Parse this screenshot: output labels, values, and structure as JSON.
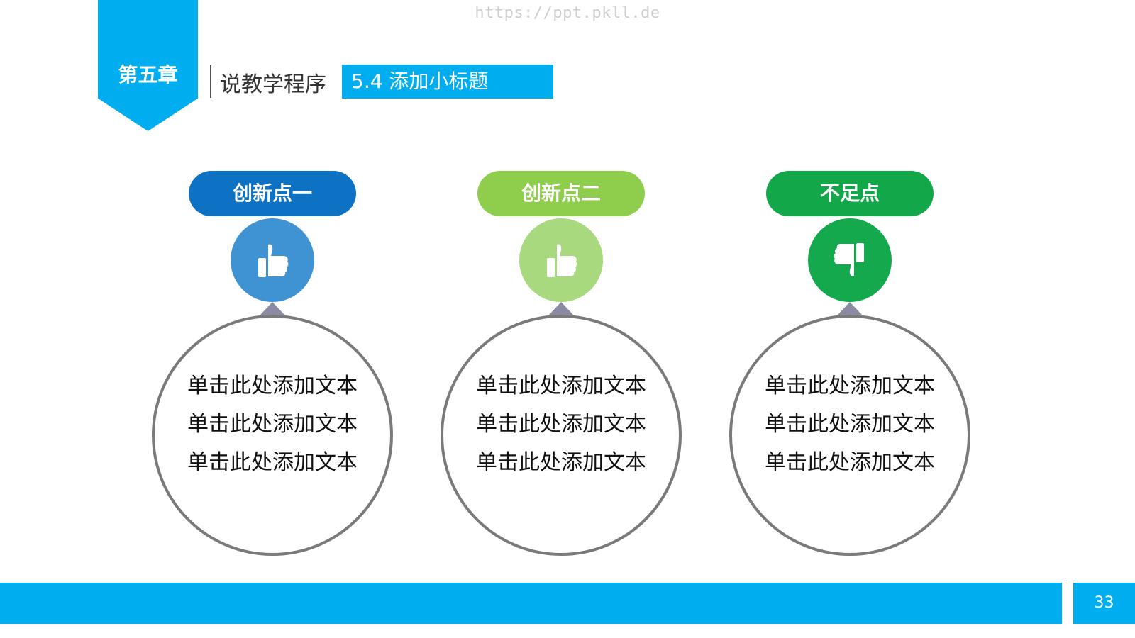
{
  "watermark": "https://ppt.pkll.de",
  "header": {
    "chapter": "第五章",
    "section_title": "说教学程序",
    "subtitle": "5.4  添加小标题"
  },
  "colors": {
    "accent": "#00AEEF",
    "blue": "#0E72C4",
    "blue_icon": "#3F93D3",
    "light_green": "#8FCD4C",
    "light_green_icon": "#A8D97E",
    "green": "#12A84A",
    "green_icon": "#14A94D",
    "circle_border": "#7A7A7A"
  },
  "cards": [
    {
      "label": "创新点一",
      "icon": "thumbs-up-icon",
      "lines": [
        "单击此处添加文本",
        "单击此处添加文本",
        "单击此处添加文本"
      ]
    },
    {
      "label": "创新点二",
      "icon": "thumbs-up-icon",
      "lines": [
        "单击此处添加文本",
        "单击此处添加文本",
        "单击此处添加文本"
      ]
    },
    {
      "label": "不足点",
      "icon": "thumbs-down-icon",
      "lines": [
        "单击此处添加文本",
        "单击此处添加文本",
        "单击此处添加文本"
      ]
    }
  ],
  "footer": {
    "page_number": "33"
  }
}
